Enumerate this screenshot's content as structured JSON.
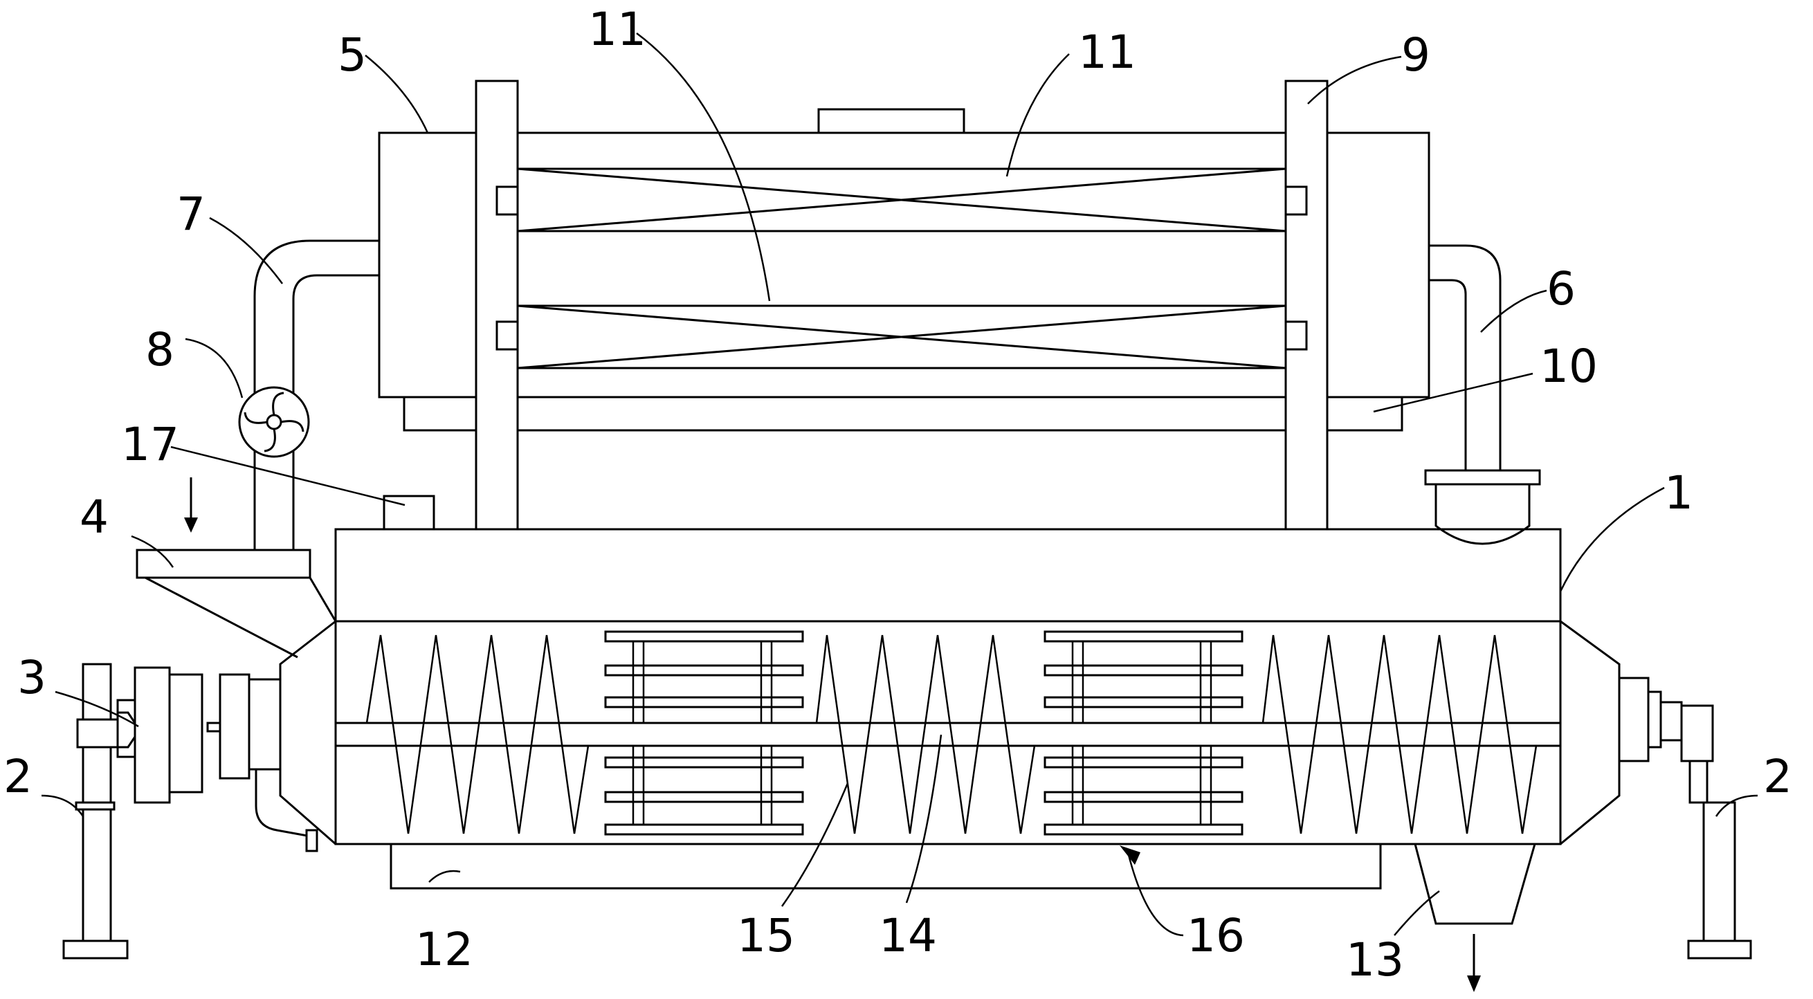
{
  "labels": {
    "l1": "1",
    "l2_left": "2",
    "l2_right": "2",
    "l3": "3",
    "l4": "4",
    "l5": "5",
    "l6": "6",
    "l7": "7",
    "l8": "8",
    "l9": "9",
    "l10": "10",
    "l11_left": "11",
    "l11_right": "11",
    "l12": "12",
    "l13": "13",
    "l14": "14",
    "l15": "15",
    "l16": "16",
    "l17": "17"
  }
}
